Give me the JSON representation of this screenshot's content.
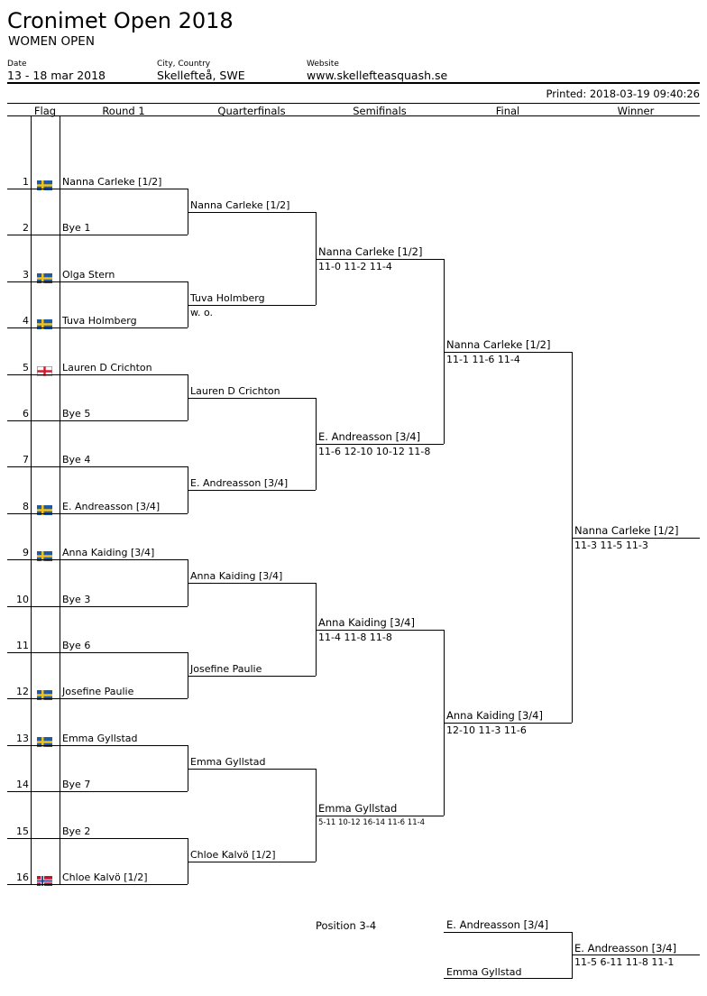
{
  "header": {
    "title": "Cronimet Open 2018",
    "subtitle": "WOMEN OPEN",
    "date_label": "Date",
    "date_value": "13 - 18 mar 2018",
    "city_label": "City, Country",
    "city_value": "Skellefteå, SWE",
    "website_label": "Website",
    "website_value": "www.skellefteasquash.se",
    "printed": "Printed: 2018-03-19 09:40:26"
  },
  "columns": [
    "Flag",
    "Round 1",
    "Quarterfinals",
    "Semifinals",
    "Final",
    "Winner"
  ],
  "round1": [
    {
      "seed": "1",
      "flag": "swe",
      "name": "Nanna Carleke [1/2]"
    },
    {
      "seed": "2",
      "flag": "",
      "name": "Bye 1"
    },
    {
      "seed": "3",
      "flag": "swe",
      "name": "Olga Stern"
    },
    {
      "seed": "4",
      "flag": "swe",
      "name": "Tuva Holmberg"
    },
    {
      "seed": "5",
      "flag": "eng",
      "name": "Lauren D Crichton"
    },
    {
      "seed": "6",
      "flag": "",
      "name": "Bye 5"
    },
    {
      "seed": "7",
      "flag": "",
      "name": "Bye 4"
    },
    {
      "seed": "8",
      "flag": "swe",
      "name": "E. Andreasson [3/4]"
    },
    {
      "seed": "9",
      "flag": "swe",
      "name": "Anna Kaiding [3/4]"
    },
    {
      "seed": "10",
      "flag": "",
      "name": "Bye 3"
    },
    {
      "seed": "11",
      "flag": "",
      "name": "Bye 6"
    },
    {
      "seed": "12",
      "flag": "swe",
      "name": "Josefine Paulie"
    },
    {
      "seed": "13",
      "flag": "swe",
      "name": "Emma Gyllstad"
    },
    {
      "seed": "14",
      "flag": "",
      "name": "Bye 7"
    },
    {
      "seed": "15",
      "flag": "",
      "name": "Bye 2"
    },
    {
      "seed": "16",
      "flag": "nor",
      "name": "Chloe Kalvö [1/2]"
    }
  ],
  "quarterfinals": [
    {
      "name": "Nanna Carleke [1/2]",
      "score": ""
    },
    {
      "name": "Tuva Holmberg",
      "score": "w. o."
    },
    {
      "name": "Lauren D Crichton",
      "score": ""
    },
    {
      "name": "E. Andreasson [3/4]",
      "score": ""
    },
    {
      "name": "Anna Kaiding [3/4]",
      "score": ""
    },
    {
      "name": "Josefine Paulie",
      "score": ""
    },
    {
      "name": "Emma Gyllstad",
      "score": ""
    },
    {
      "name": "Chloe Kalvö [1/2]",
      "score": ""
    }
  ],
  "semifinals": [
    {
      "name": "Nanna Carleke [1/2]",
      "score": "11-0 11-2 11-4"
    },
    {
      "name": "E. Andreasson [3/4]",
      "score": "11-6 12-10 10-12 11-8"
    },
    {
      "name": "Anna Kaiding [3/4]",
      "score": "11-4 11-8 11-8"
    },
    {
      "name": "Emma Gyllstad",
      "score": "5-11 10-12 16-14 11-6 11-4"
    }
  ],
  "final": [
    {
      "name": "Nanna Carleke [1/2]",
      "score": "11-1 11-6 11-4"
    },
    {
      "name": "Anna Kaiding [3/4]",
      "score": "12-10 11-3 11-6"
    }
  ],
  "winner": {
    "name": "Nanna Carleke [1/2]",
    "score": "11-3 11-5 11-3"
  },
  "position34": {
    "label": "Position 3-4",
    "player1": "E. Andreasson [3/4]",
    "player2": "Emma Gyllstad",
    "winner": "E. Andreasson [3/4]",
    "score": "11-5 6-11 11-8 11-1"
  },
  "flag_colors": {
    "swe": {
      "field": "#1f5aa6",
      "cross": "#f2c21b"
    },
    "eng": {
      "field": "#ffffff",
      "cross": "#d0182a"
    },
    "nor": {
      "field": "#c8102e",
      "cross_white": "#ffffff",
      "cross_blue": "#1f3f8a"
    }
  }
}
